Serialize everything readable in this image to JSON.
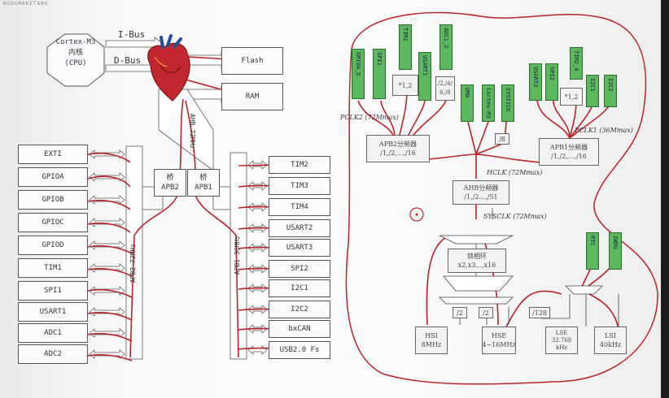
{
  "header": {
    "watermark": "NGDGMAKETANG"
  },
  "left_diagram": {
    "cpu": {
      "line1": "Cortex-M3",
      "line2": "内核",
      "line3": "(CPU)"
    },
    "ibus": "I-Bus",
    "dbus": "D-Bus",
    "flash": "Flash",
    "ram": "RAM",
    "ahb_label": "AHB 72MHz",
    "bridge2": {
      "line1": "桥",
      "line2": "APB2"
    },
    "bridge1": {
      "line1": "桥",
      "line2": "APB1"
    },
    "apb2_bus_label": "APB2 72MHz",
    "apb1_bus_label": "APB1 36MHz",
    "apb2_peripherals": [
      "EXTI",
      "GPIOA",
      "GPIOB",
      "GPIOC",
      "GPIOD",
      "TIM1",
      "SPI1",
      "USART1",
      "ADC1",
      "ADC2"
    ],
    "apb1_peripherals": [
      "TIM2",
      "TIM3",
      "TIM4",
      "USART2",
      "USART3",
      "SPI2",
      "I2C1",
      "I2C2",
      "bxCAN",
      "USB2.0 Fs"
    ]
  },
  "right_diagram": {
    "apb2_out": [
      "GPIOA_D",
      "SPI1",
      "TIM1",
      "USART1",
      "ADC1_2"
    ],
    "mul_left": "*1,2",
    "adc_div": "/2,/4/6,/8",
    "ahb_out": [
      "DMA",
      "Cortex-M3",
      "SYSTICK"
    ],
    "div8": "/8",
    "apb1_out": [
      "USART2",
      "SPI2",
      "TIM2_4",
      "I2C1",
      "I2C2"
    ],
    "mul_right": "*1,2",
    "pclk2": "PCLK2 (72Mmax)",
    "pclk1": "PCLK1 (36Mmax)",
    "apb2_div": {
      "line1": "APB2分频器",
      "line2": "/1,/2,...,/16"
    },
    "apb1_div": {
      "line1": "APB1分频器",
      "line2": "/1,/2,...,/16"
    },
    "hclk": "HCLK (72Mmax)",
    "ahb_div": {
      "line1": "AHB分频器",
      "line2": "/1,/2...,/51"
    },
    "sysclk": "SYSCLK (72Mmax)",
    "pll": {
      "line1": "锁相环",
      "line2": "x2,x3...,x16"
    },
    "div2a": "/2",
    "div2b": "/2",
    "div128": "/128",
    "rtc_out": [
      "RTC",
      "IWDG"
    ],
    "hsi": {
      "line1": "HSI",
      "line2": "8MHz"
    },
    "hse": {
      "line1": "HSE",
      "line2": "4~16MHz"
    },
    "lse": {
      "line1": "LSE",
      "line2": "32.768",
      "line3": "kHz"
    },
    "lsi": {
      "line1": "LSI",
      "line2": "40kHz"
    }
  },
  "colors": {
    "background": "#fafafa",
    "pen_red": "#b8222a",
    "green_box": "#5cb85c",
    "monitor_bezel": "#1c1c1c"
  }
}
